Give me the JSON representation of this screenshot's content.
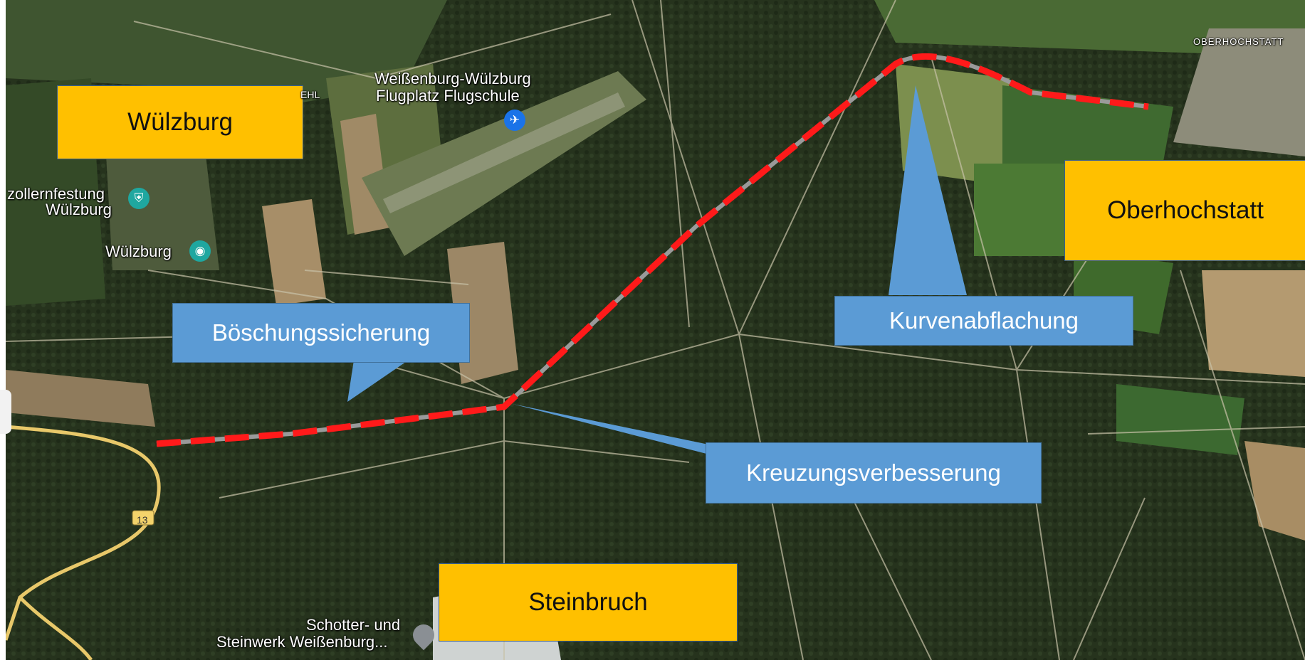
{
  "colors": {
    "yellow_box": "#ffc000",
    "blue_box": "#5b9bd5",
    "route": "#ff1a1a",
    "terrain_dark": "#2d3a22",
    "field_light": "#b59a74",
    "poi_teal": "#1fa7a0",
    "poi_blue": "#1a73e8"
  },
  "places": {
    "wuelzburg": "Wülzburg",
    "oberhochstatt": "Oberhochstatt",
    "steinbruch": "Steinbruch"
  },
  "measures": {
    "boeschung": "Böschungssicherung",
    "kurve": "Kurvenabflachung",
    "kreuzung": "Kreuzungsverbesserung"
  },
  "map_labels": {
    "airport_line1": "Weißenburg-Wülzburg",
    "airport_line2": "Flugplatz Flugschule",
    "fortress_line1": "zollernfestung",
    "fortress_line2": "Wülzburg",
    "wuelzburg_poi": "Wülzburg",
    "quarry_line1": "Schotter- und",
    "quarry_line2": "Steinwerk Weißenburg...",
    "town_corner": "OBERHOCHSTATT",
    "village_fragment": "EHL",
    "road_number": "13"
  },
  "icons": {
    "airport": "airplane-icon",
    "fortress": "museum-icon",
    "viewpoint": "camera-icon",
    "quarry": "location-pin-icon"
  }
}
